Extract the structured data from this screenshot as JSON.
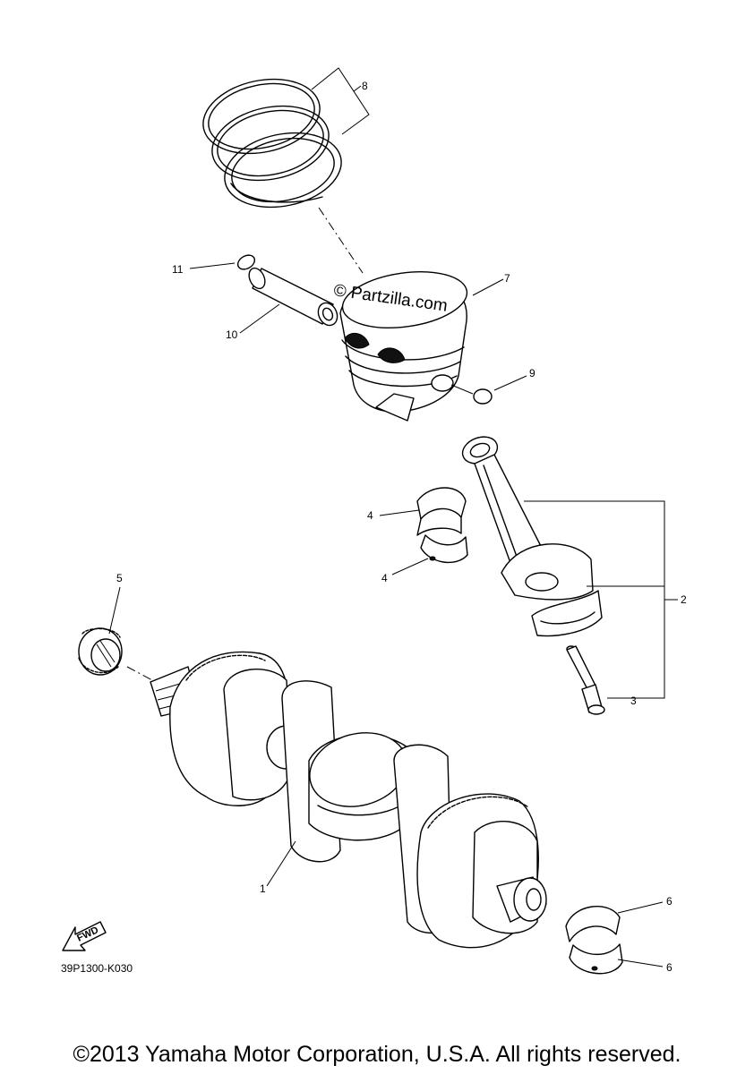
{
  "callouts": {
    "c1": "1",
    "c2": "2",
    "c3": "3",
    "c4a": "4",
    "c4b": "4",
    "c5": "5",
    "c6a": "6",
    "c6b": "6",
    "c7": "7",
    "c8": "8",
    "c9": "9",
    "c10": "10",
    "c11": "11"
  },
  "watermark": "© Partzilla.com",
  "fwd_label": "FWD",
  "diagram_code": "39P1300-K030",
  "copyright": "©2013 Yamaha Motor Corporation, U.S.A. All rights reserved."
}
